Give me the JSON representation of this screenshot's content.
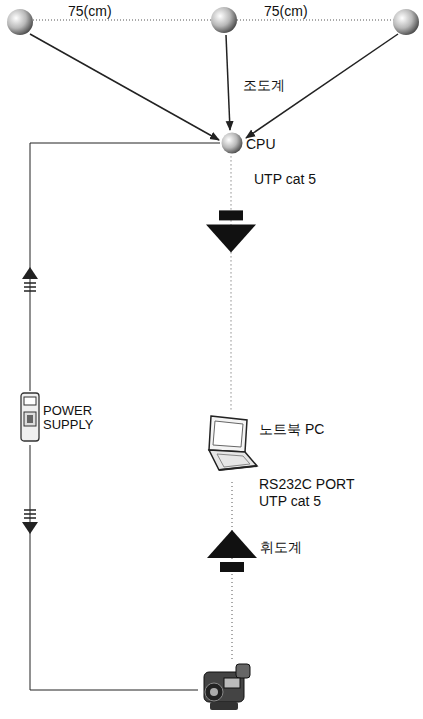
{
  "diagram": {
    "nodes": [
      {
        "text": [
          "CPU"
        ]
      },
      {
        "text": [
          "노트북 PC"
        ]
      },
      {
        "text": [
          "POWER SUPPLY"
        ]
      }
    ],
    "edges": [
      {
        "from": 0,
        "to": 1,
        "arrow": "to",
        "label": "UTP cat 5"
      },
      {
        "from": 2,
        "to": 0,
        "arrow": "to"
      }
    ],
    "labels": [
      "75(cm)",
      "75(cm)",
      "조도계",
      "RS232C PORT",
      "UTP cat 5",
      "휘도계"
    ]
  }
}
